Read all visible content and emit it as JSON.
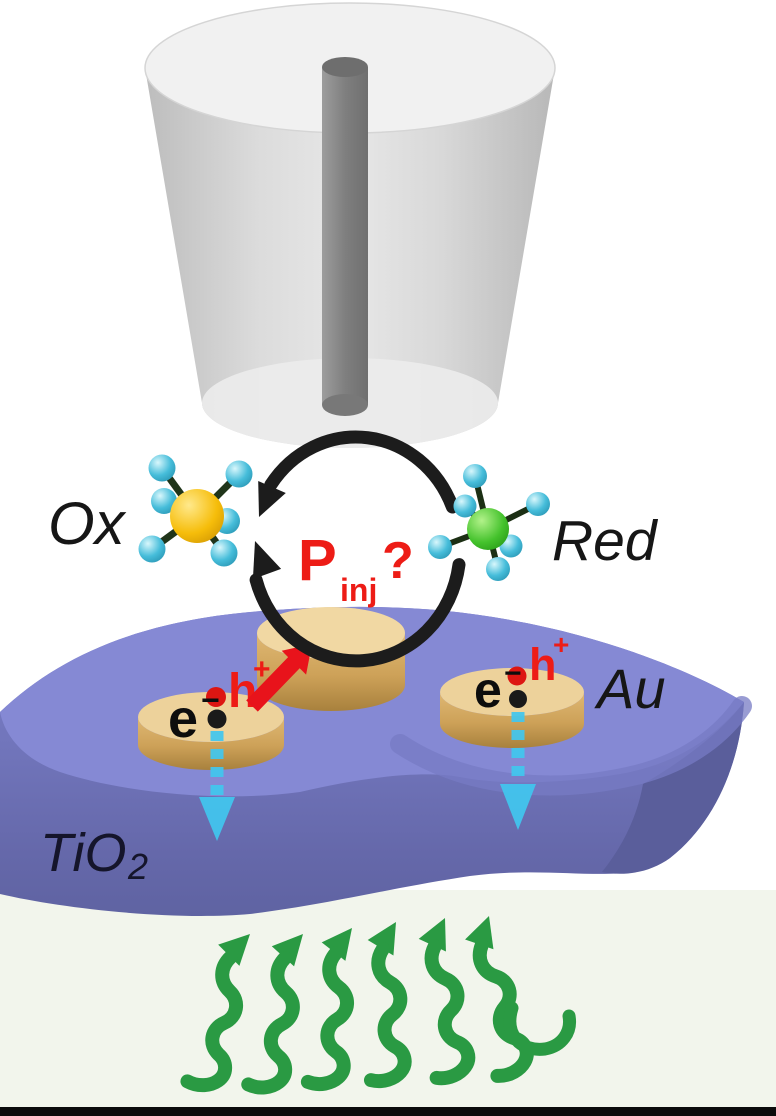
{
  "figure": {
    "kind": "scientific-schematic",
    "labels": {
      "oxidized_species": "Ox",
      "reduced_species": "Red",
      "injection_main": "P",
      "injection_sub": "inj",
      "injection_question": "?",
      "electron_base": "e",
      "electron_superscript": "−",
      "hole_base": "h",
      "hole_superscript": "+",
      "gold": "Au",
      "substrate_base": "TiO",
      "substrate_subscript": "2"
    },
    "elements": [
      "secm-tip-pipette",
      "electrode-wire",
      "redox-cycle-arrow",
      "ox-molecule",
      "red-molecule",
      "gold-nanodisk",
      "electron-hole-pair",
      "hot-carrier-injection-arrow",
      "electron-transfer-arrow",
      "tio2-substrate",
      "light-wave-arrows",
      "bottom-bar"
    ],
    "colors": {
      "cycle_black": "#1c1c1c",
      "red_accent": "#ed1c16",
      "gold_top": "#edd29b",
      "gold_side": "#cda158",
      "slab_top": "#8589d4",
      "slab_side": "#6d71b5",
      "slab_dark": "#5a5e9b",
      "cyan_arrow": "#41c7ef",
      "green_arrow": "#2a9a43",
      "molecule_yellow": "#f6bd0a",
      "molecule_green": "#44c22c",
      "ligand_cyan": "#46bdda",
      "cone_gray": "#cccccc",
      "rod_gray": "#858585",
      "bottom_bar": "#0b0b0b",
      "tint_bg": "#f2f5ec"
    }
  }
}
